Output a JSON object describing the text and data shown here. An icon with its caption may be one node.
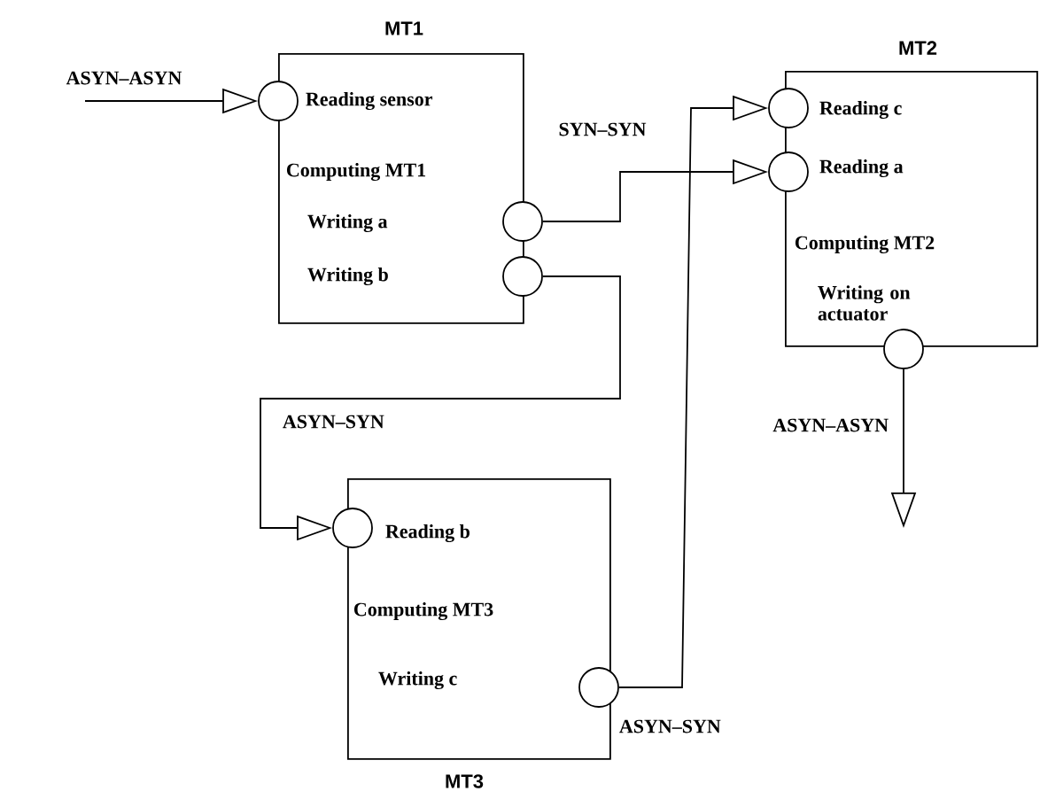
{
  "diagram": {
    "nodes": [
      {
        "text": [
          "MT1",
          "Reading sensor",
          "Computing MT1",
          "Writing a",
          "Writing b"
        ]
      },
      {
        "text": [
          "MT2",
          "Reading c",
          "Reading a",
          "Computing MT2",
          "Writing on actuator"
        ]
      },
      {
        "text": [
          "Reading b",
          "Computing MT3",
          "Writing c",
          "MT3"
        ]
      },
      {
        "text": [],
        "shape": "circle"
      },
      {
        "text": [],
        "shape": "circle"
      },
      {
        "text": [],
        "shape": "circle"
      },
      {
        "text": [],
        "shape": "circle"
      },
      {
        "text": [],
        "shape": "circle"
      },
      {
        "text": [],
        "shape": "circle"
      },
      {
        "text": [],
        "shape": "circle"
      },
      {
        "text": [],
        "shape": "circle"
      }
    ],
    "edges": [
      {
        "from": null,
        "to": 3,
        "arrow": "to",
        "label": "ASYN–ASYN"
      },
      {
        "from": 4,
        "to": 7,
        "arrow": "to",
        "label": "SYN–SYN"
      },
      {
        "from": 5,
        "to": 9,
        "arrow": "to",
        "label": "ASYN–SYN"
      },
      {
        "from": 10,
        "to": 6,
        "arrow": "to",
        "label": "ASYN–SYN"
      },
      {
        "from": 8,
        "to": null,
        "arrow": "to",
        "label": "ASYN–ASYN"
      }
    ]
  }
}
